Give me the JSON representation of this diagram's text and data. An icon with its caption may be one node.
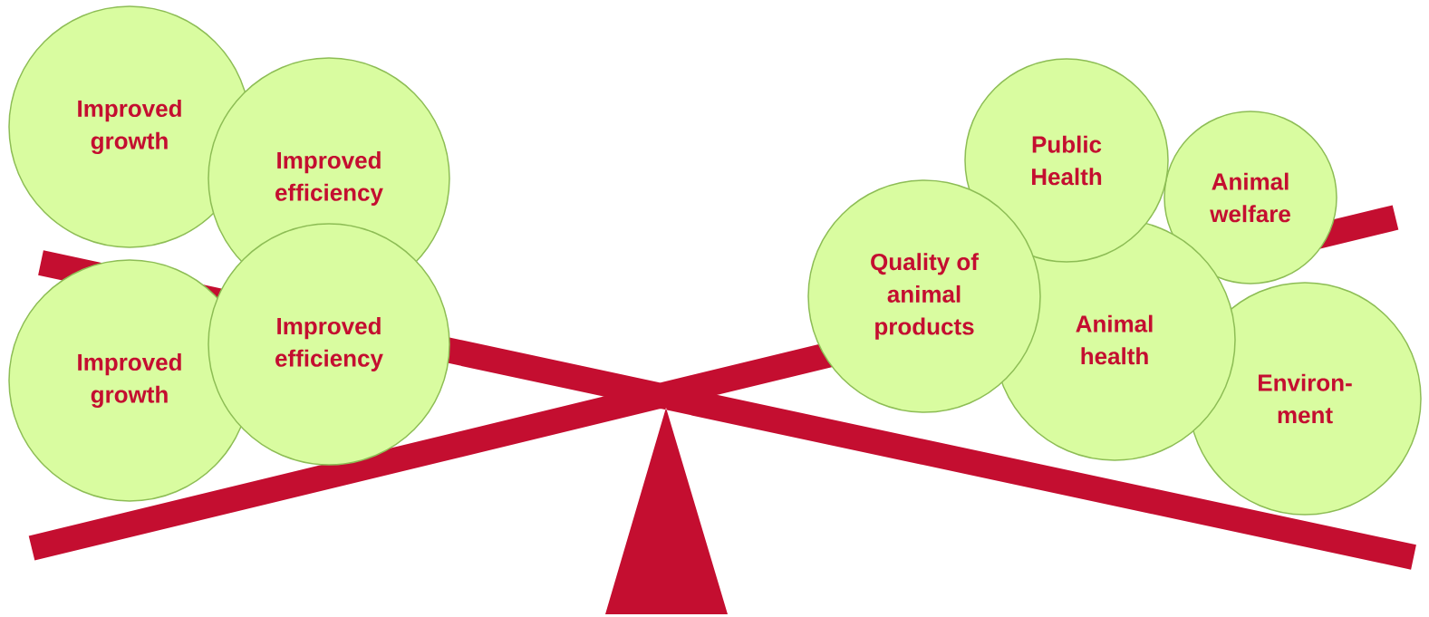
{
  "diagram": {
    "nodes": [
      {
        "text": [
          "Improved growth"
        ]
      },
      {
        "text": [
          "Improved efficiency"
        ]
      },
      {
        "text": [
          "Improved growth"
        ]
      },
      {
        "text": [
          "Improved efficiency"
        ]
      },
      {
        "text": [
          "Public Health"
        ]
      },
      {
        "text": [
          "Animal welfare"
        ]
      },
      {
        "text": [
          "Quality of animal products"
        ]
      },
      {
        "text": [
          "Animal health"
        ]
      },
      {
        "text": [
          "Environ- ment"
        ]
      }
    ]
  }
}
